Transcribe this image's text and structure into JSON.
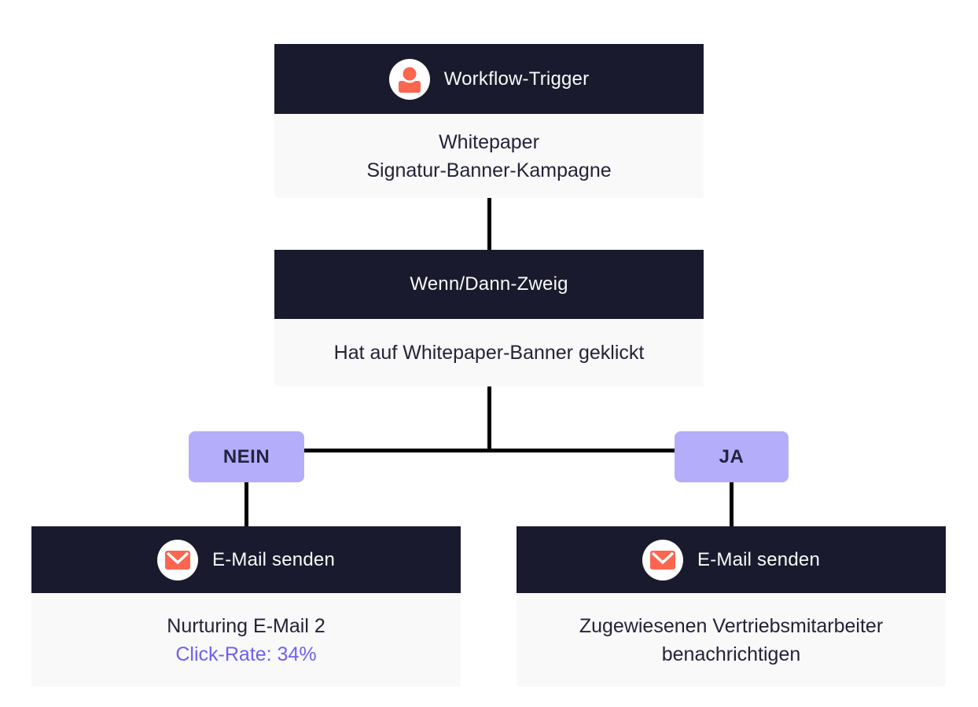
{
  "colors": {
    "header_bg": "#1a1a2e",
    "body_bg": "#f9f9fa",
    "body_text": "#232337",
    "header_text": "#fafafa",
    "icon_orange": "#fa6650",
    "branch_bg": "#b4adfa",
    "branch_text": "#232340",
    "connector_line": "#000000",
    "stat_text": "#6d60f2"
  },
  "nodes": {
    "trigger": {
      "header": "Workflow-Trigger",
      "icon": "person-icon",
      "body_line1": "Whitepaper",
      "body_line2": "Signatur-Banner-Kampagne"
    },
    "branch": {
      "header": "Wenn/Dann-Zweig",
      "body_line1": "Hat auf Whitepaper-Banner geklickt"
    },
    "branch_labels": {
      "no": "NEIN",
      "yes": "JA"
    },
    "email_no": {
      "header": "E-Mail senden",
      "icon": "envelope-icon",
      "body_line1": "Nurturing E-Mail 2",
      "stat": "Click-Rate: 34%"
    },
    "email_yes": {
      "header": "E-Mail senden",
      "icon": "envelope-icon",
      "body_line1": "Zugewiesenen Vertriebsmitarbeiter",
      "body_line2": "benachrichtigen"
    }
  }
}
